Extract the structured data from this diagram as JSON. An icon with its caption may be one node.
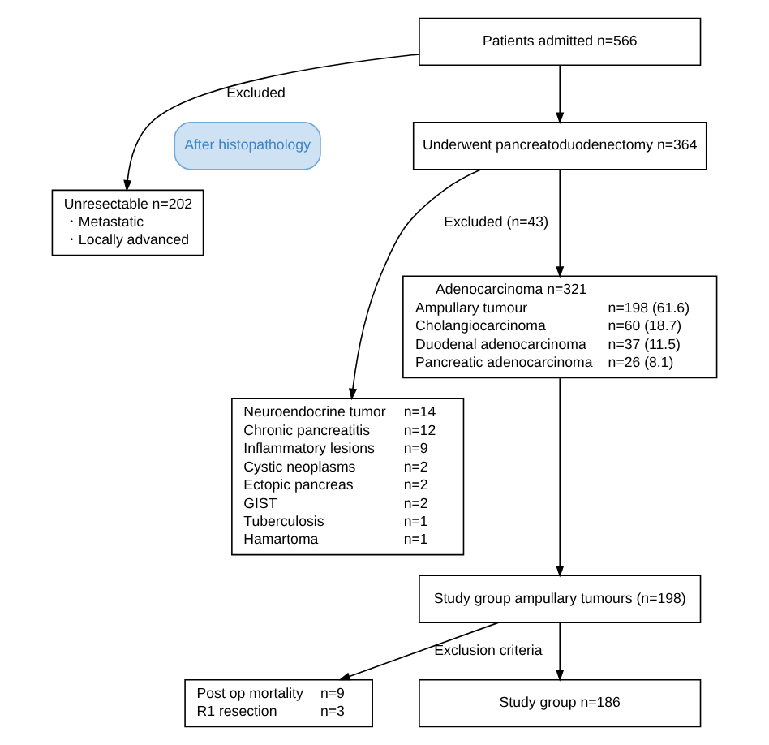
{
  "diagram": {
    "nodes": [
      {
        "text": [
          "Patients admitted n=566"
        ]
      },
      {
        "text": [
          "Unresectable n=202",
          "・Metastatic",
          "・Locally advanced"
        ]
      },
      {
        "text": [
          "Underwent pancreatoduodenectomy n=364"
        ]
      },
      {
        "text": [
          "After histopathology"
        ]
      },
      {
        "text": [
          "Neuroendocrine tumor",
          "n=14",
          "Chronic pancreatitis",
          "n=12",
          "Inflammatory lesions",
          "n=9",
          "Cystic neoplasms",
          "n=2",
          "Ectopic pancreas",
          "n=2",
          "GIST",
          "n=2",
          "Tuberculosis",
          "n=1",
          "Hamartoma",
          "n=1"
        ]
      },
      {
        "text": [
          "Adenocarcinoma n=321",
          "Ampullary tumour",
          "n=198 (61.6)",
          "Cholangiocarcinoma",
          "n=60 (18.7)",
          "Duodenal adenocarcinoma",
          "n=37 (11.5)",
          "Pancreatic adenocarcinoma",
          "n=26 (8.1)"
        ]
      },
      {
        "text": [
          "Study group ampullary tumours (n=198)"
        ]
      },
      {
        "text": [
          "Post op mortality",
          "n=9",
          "R1 resection",
          "n=3"
        ]
      },
      {
        "text": [
          "Study group n=186"
        ]
      }
    ],
    "edges": [
      {
        "from": 0,
        "to": 2,
        "arrow": "to"
      },
      {
        "from": 0,
        "to": 1,
        "arrow": "to",
        "label": "Excluded"
      },
      {
        "from": 2,
        "to": 5,
        "arrow": "to"
      },
      {
        "from": 2,
        "to": 4,
        "arrow": "to",
        "label": "Excluded (n=43)"
      },
      {
        "from": 5,
        "to": 6,
        "arrow": "to"
      },
      {
        "from": 6,
        "to": 8,
        "arrow": "to"
      },
      {
        "from": 6,
        "to": 7,
        "arrow": "to",
        "label": "Exclusion criteria"
      }
    ]
  }
}
